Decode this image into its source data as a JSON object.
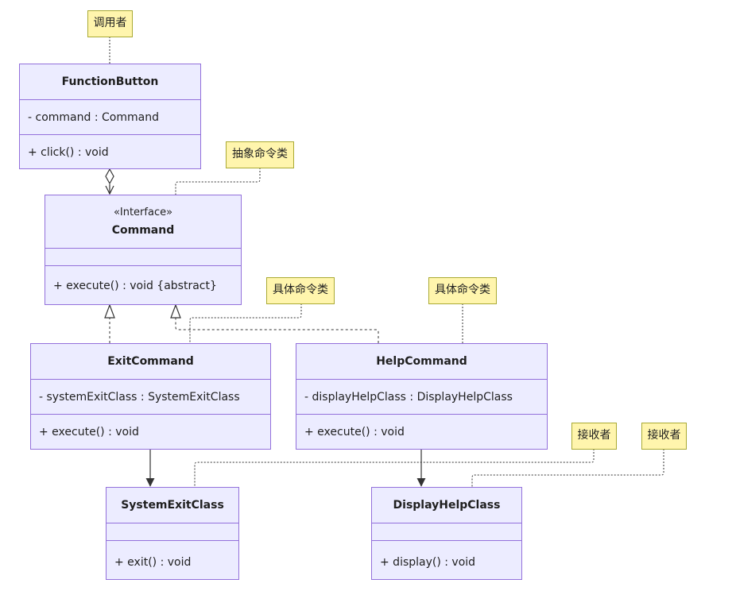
{
  "notes": {
    "invoker": "调用者",
    "abstract_command": "抽象命令类",
    "concrete_command_1": "具体命令类",
    "concrete_command_2": "具体命令类",
    "receiver_1": "接收者",
    "receiver_2": "接收者"
  },
  "classes": {
    "function_button": {
      "name": "FunctionButton",
      "attributes": [
        "- command : Command"
      ],
      "methods": [
        "+ click() : void"
      ]
    },
    "command": {
      "stereotype": "«Interface»",
      "name": "Command",
      "attributes": [],
      "methods": [
        "+ execute() : void {abstract}"
      ]
    },
    "exit_command": {
      "name": "ExitCommand",
      "attributes": [
        "- systemExitClass : SystemExitClass"
      ],
      "methods": [
        "+ execute() : void"
      ]
    },
    "help_command": {
      "name": "HelpCommand",
      "attributes": [
        "- displayHelpClass : DisplayHelpClass"
      ],
      "methods": [
        "+ execute() : void"
      ]
    },
    "system_exit_class": {
      "name": "SystemExitClass",
      "attributes": [],
      "methods": [
        "+ exit() : void"
      ]
    },
    "display_help_class": {
      "name": "DisplayHelpClass",
      "attributes": [],
      "methods": [
        "+ display() : void"
      ]
    }
  },
  "colors": {
    "class_fill": "#ececff",
    "class_border": "#9370db",
    "note_fill": "#fff5ad",
    "note_border": "#aaaa33",
    "edge": "#333333"
  }
}
